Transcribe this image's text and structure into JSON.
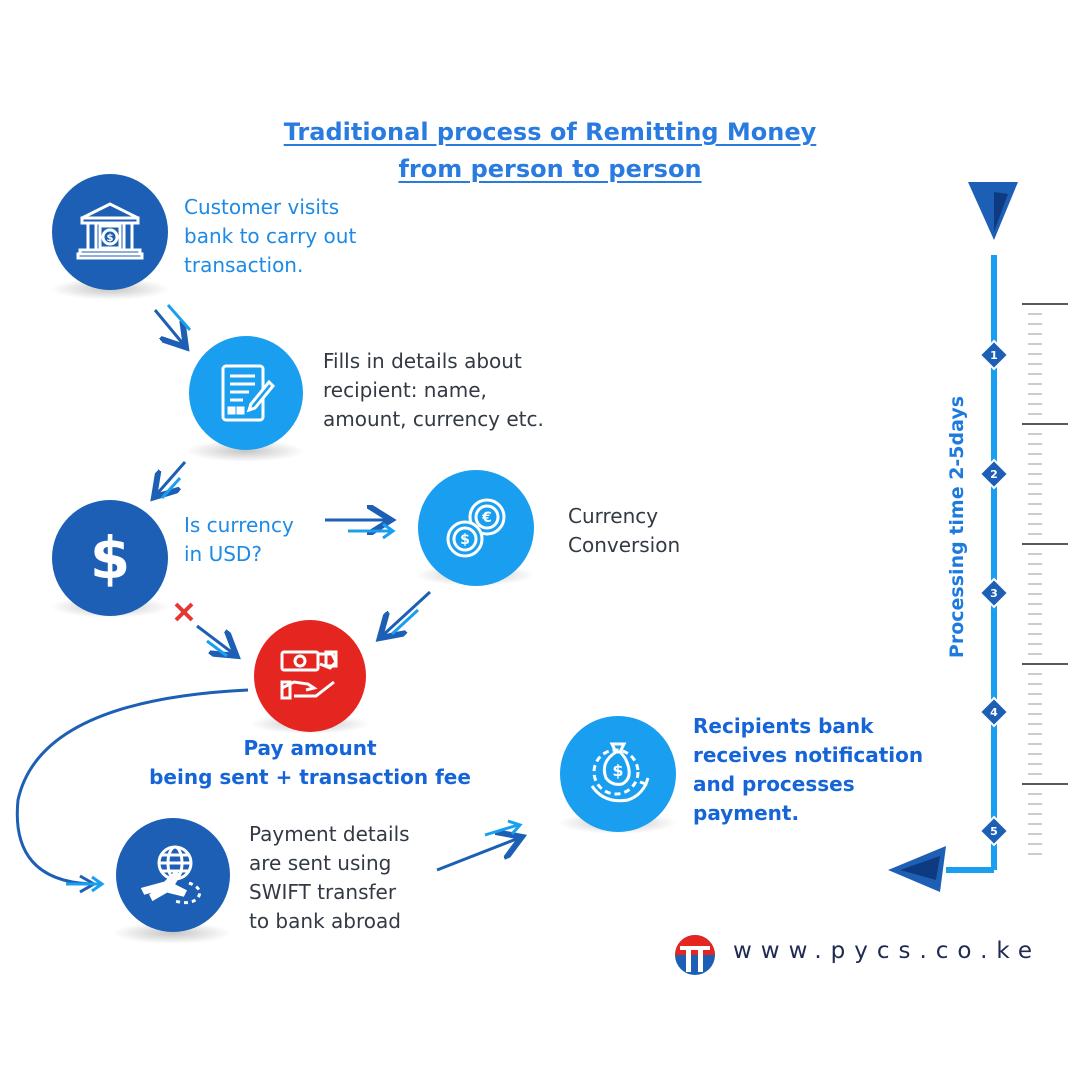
{
  "title": {
    "line1": "Traditional process of Remitting Money",
    "line2": "from person to person"
  },
  "steps": [
    {
      "lines": [
        "Customer visits",
        "bank to carry out",
        "transaction."
      ],
      "icon": "bank-icon"
    },
    {
      "lines": [
        "Fills in details about",
        "recipient: name,",
        "amount, currency etc."
      ],
      "icon": "form-icon"
    },
    {
      "lines": [
        "Is currency",
        "in USD?"
      ],
      "icon": "dollar-icon"
    },
    {
      "lines": [
        "Currency",
        "Conversion"
      ],
      "icon": "coins-icon"
    },
    {
      "lines": [
        "Pay amount",
        "being sent + transaction fee"
      ],
      "icon": "money-hand-icon"
    },
    {
      "lines": [
        "Payment details",
        "are sent using",
        "SWIFT transfer",
        "to bank abroad"
      ],
      "icon": "globe-plane-icon"
    },
    {
      "lines": [
        "Recipients bank",
        "receives notification",
        "and processes",
        "payment."
      ],
      "icon": "money-bag-gear-icon"
    }
  ],
  "timeline": {
    "label": "Processing time 2-5days",
    "markers": [
      "1",
      "2",
      "3",
      "4",
      "5"
    ]
  },
  "footer": {
    "url": "www.pycs.co.ke"
  },
  "colors": {
    "primary": "#1c5fb5",
    "light": "#1a9ff0",
    "red": "#e5251f",
    "cross": "#e53935"
  }
}
